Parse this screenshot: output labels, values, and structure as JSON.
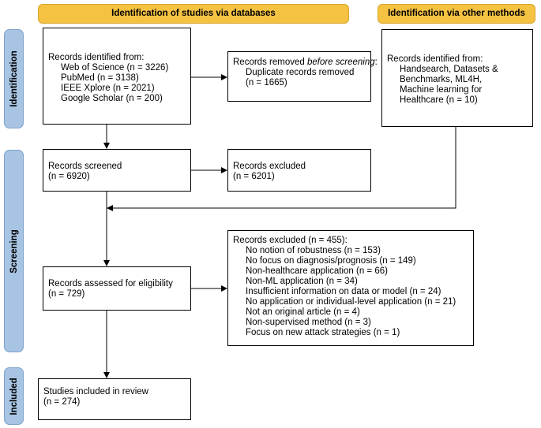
{
  "headers": {
    "databases": "Identification of studies via databases",
    "other": "Identification via other methods"
  },
  "stages": {
    "identification": "Identification",
    "screening": "Screening",
    "included": "Included"
  },
  "boxes": {
    "identified_db": {
      "title": "Records identified from:",
      "lines": [
        "Web of Science (n = 3226)",
        "PubMed (n = 3138)",
        "IEEE Xplore (n = 2021)",
        "Google Scholar (n = 200)"
      ]
    },
    "removed": {
      "title_pre": "Records removed ",
      "title_em": "before screening",
      "title_post": ":",
      "lines": [
        "Duplicate records removed",
        "(n = 1665)"
      ]
    },
    "identified_other": {
      "title": "Records identified from:",
      "lines": [
        "Handsearch, Datasets &",
        "Benchmarks, ML4H,",
        "Machine learning for",
        "Healthcare (n = 10)"
      ]
    },
    "screened": {
      "lines": [
        "Records screened",
        "(n = 6920)"
      ]
    },
    "excluded": {
      "lines": [
        "Records excluded",
        "(n = 6201)"
      ]
    },
    "excluded_455": {
      "title": "Records excluded (n = 455):",
      "lines": [
        "No notion of robustness (n = 153)",
        "No focus on diagnosis/prognosis (n = 149)",
        "Non-healthcare application (n = 66)",
        "Non-ML application (n = 34)",
        "Insufficient information on data or model (n = 24)",
        "No application or individual-level application (n = 21)",
        "Not an original article (n = 4)",
        "Non-supervised method (n = 3)",
        "Focus on new attack strategies (n = 1)"
      ]
    },
    "eligibility": {
      "lines": [
        "Records assessed for eligibility",
        "(n = 729)"
      ]
    },
    "included": {
      "lines": [
        "Studies included in review",
        "(n = 274)"
      ]
    }
  },
  "colors": {
    "header_fill": "#f5c242",
    "stage_fill": "#a8c4e3",
    "line": "#000000"
  }
}
